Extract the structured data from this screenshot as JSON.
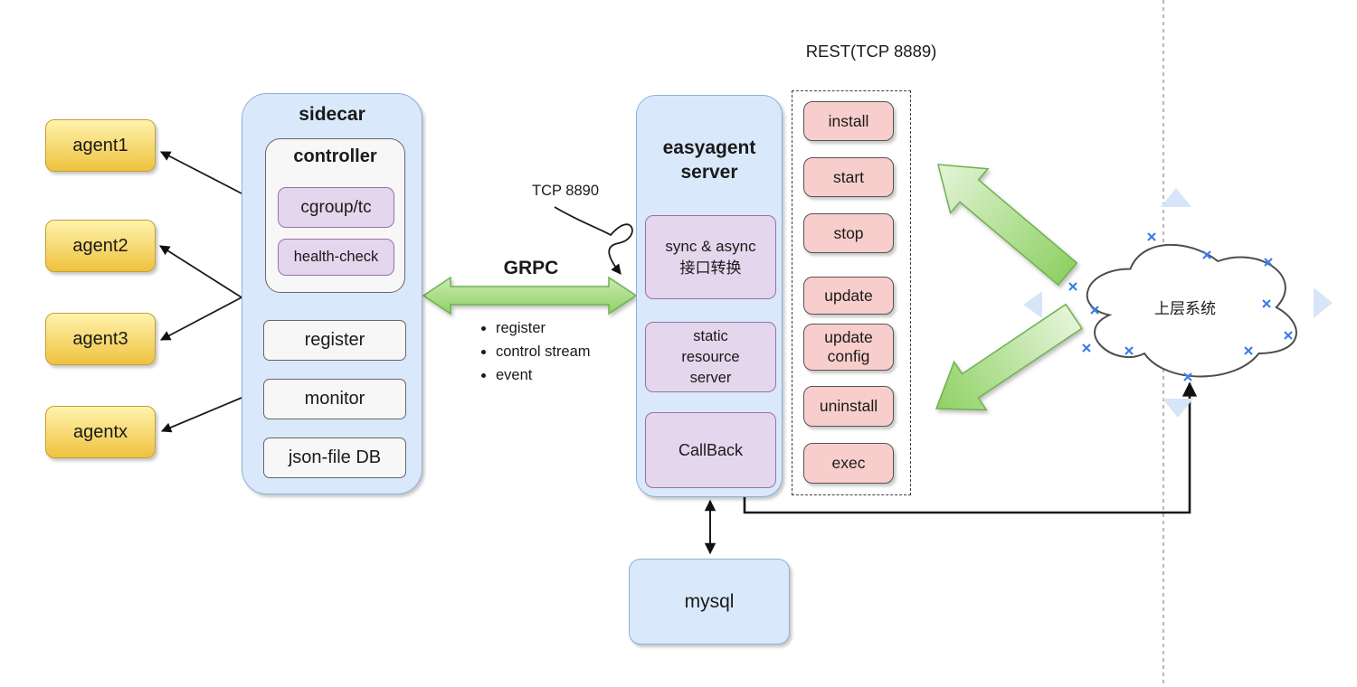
{
  "palette": {
    "container_blue": "#DAE8FC",
    "container_blue_border": "#8FAFD6",
    "panel_gray": "#F7F7F7",
    "panel_gray_border": "#666666",
    "module_purple": "#E4D6EC",
    "module_purple_border": "#9673A6",
    "button_pink": "#F8CECC",
    "button_pink_border": "#555555",
    "agent_yellow": "#EFC23F",
    "agent_yellow_border": "#C3A037",
    "arrow_green": "#8FD164",
    "arrow_green_border": "#6FB152",
    "anchor_marker_blue": "#3B7DE9",
    "connector_black": "#1a1a1a"
  },
  "agents": [
    {
      "label": "agent1"
    },
    {
      "label": "agent2"
    },
    {
      "label": "agent3"
    },
    {
      "label": "agentx"
    }
  ],
  "sidecar": {
    "title": "sidecar",
    "controller": {
      "title": "controller",
      "modules": [
        {
          "label": "cgroup/tc"
        },
        {
          "label": "health-check"
        }
      ]
    },
    "modules": [
      {
        "label": "register"
      },
      {
        "label": "monitor"
      },
      {
        "label": "json-file DB"
      }
    ]
  },
  "grpc": {
    "label": "GRPC",
    "tcp_label": "TCP 8890",
    "bullets": [
      {
        "label": "register"
      },
      {
        "label": "control stream"
      },
      {
        "label": "event"
      }
    ]
  },
  "server": {
    "title_lines": [
      "easyagent",
      "server"
    ],
    "modules": [
      {
        "lines": [
          "sync & async",
          "接口转换"
        ]
      },
      {
        "lines": [
          "static",
          "resource",
          "server"
        ]
      },
      {
        "lines": [
          "CallBack"
        ]
      }
    ]
  },
  "rest": {
    "title": "REST(TCP 8889)",
    "buttons": [
      {
        "label": "install"
      },
      {
        "label": "start"
      },
      {
        "label": "stop"
      },
      {
        "label": "update"
      },
      {
        "label": "update config"
      },
      {
        "label": "uninstall"
      },
      {
        "label": "exec"
      }
    ]
  },
  "cloud": {
    "label": "上层系统"
  },
  "database": {
    "label": "mysql"
  }
}
